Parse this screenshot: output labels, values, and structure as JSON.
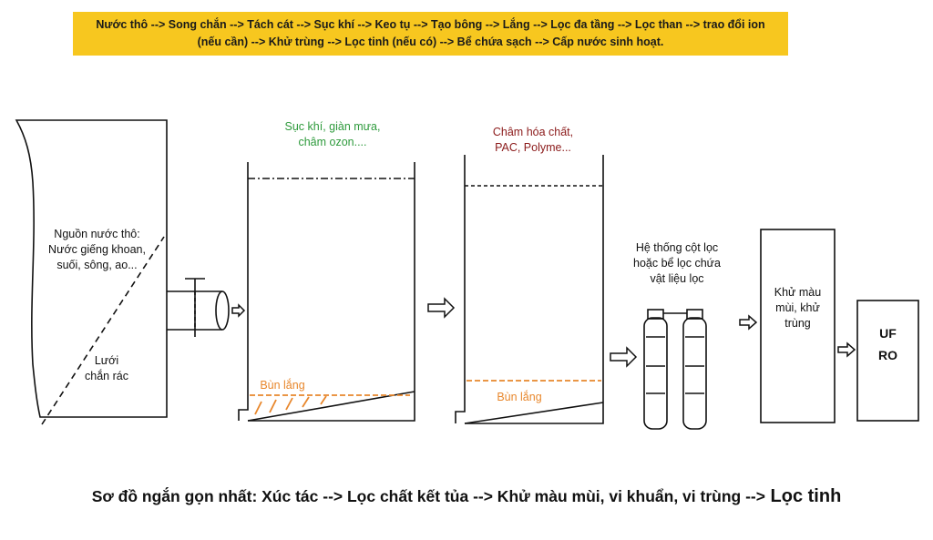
{
  "banner": {
    "line1": "Nước thô --> Song chắn --> Tách cát --> Sục khí --> Keo tụ --> Tạo bông --> Lắng --> Lọc đa tầng --> Lọc than --> trao đổi ion",
    "line2": "(nếu cần) --> Khử trùng --> Lọc tinh (nếu có) --> Bể chứa sạch --> Cấp nước sinh hoạt."
  },
  "source": {
    "line1": "Nguồn nước thô:",
    "line2": "Nước giếng khoan,",
    "line3": "suối, sông, ao...",
    "screen_line1": "Lưới",
    "screen_line2": "chắn rác"
  },
  "tank1": {
    "line1": "Sục khí, giàn mưa,",
    "line2": "châm ozon....",
    "sludge": "Bùn lắng"
  },
  "tank2": {
    "line1": "Châm hóa chất,",
    "line2": "PAC, Polyme...",
    "sludge": "Bùn lắng"
  },
  "filters": {
    "line1": "Hệ thống cột lọc",
    "line2": "hoặc bể lọc chứa",
    "line3": "vật liệu lọc"
  },
  "disinfect": {
    "line1": "Khử màu",
    "line2": "mùi, khử",
    "line3": "trùng"
  },
  "final": {
    "line1": "UF",
    "line2": "RO"
  },
  "footer": {
    "main": "Sơ đồ ngắn gọn nhất: Xúc tác  --> Lọc chất kết tủa  --> Khử màu mùi, vi khuẩn, vi trùng -->",
    "last": " Lọc tinh"
  },
  "colors": {
    "banner": "#f7c71f",
    "green": "#2e9a3c",
    "maroon": "#8b1a1a",
    "orange": "#e8872c"
  }
}
